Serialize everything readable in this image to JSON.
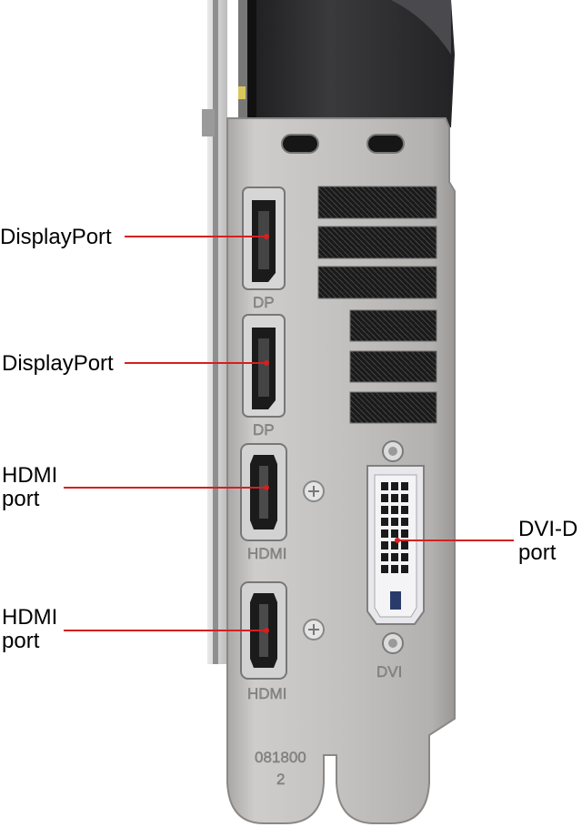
{
  "callouts": [
    {
      "label": "DisplayPort"
    },
    {
      "label": "DisplayPort"
    },
    {
      "label_line1": "HDMI",
      "label_line2": "port"
    },
    {
      "label_line1": "HDMI",
      "label_line2": "port"
    },
    {
      "label_line1": "DVI-D",
      "label_line2": "port"
    }
  ],
  "engraving": {
    "dp_1": "DP",
    "dp_2": "DP",
    "hdmi_1": "HDMI",
    "hdmi_2": "HDMI",
    "dvi": "DVI",
    "part_number": "081800",
    "revision": "2"
  },
  "colors": {
    "leader_line": "#d42020",
    "bracket_metal": "#c4c2c0",
    "shroud": "#2c2c2e",
    "port_body": "#cfcfcf",
    "dvi_connector": "#e6e6ea"
  }
}
